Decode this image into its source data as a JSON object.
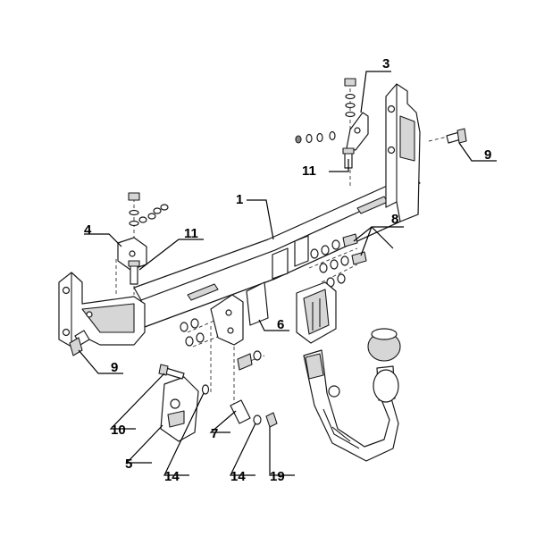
{
  "labels": {
    "l1": "1",
    "l3": "3",
    "l4": "4",
    "l5": "5",
    "l6": "6",
    "l7": "7",
    "l8": "8",
    "l9a": "9",
    "l9b": "9",
    "l10": "10",
    "l11a": "11",
    "l11b": "11",
    "l14a": "14",
    "l14b": "14",
    "l19": "19"
  }
}
